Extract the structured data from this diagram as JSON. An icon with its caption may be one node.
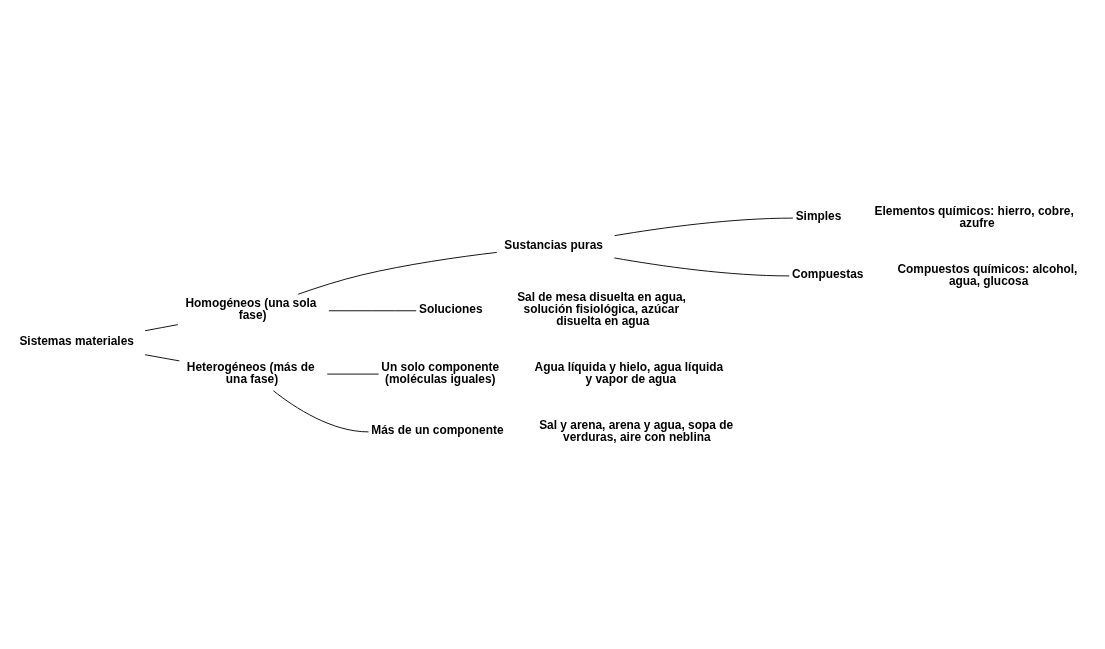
{
  "diagram": {
    "nodes": [
      {
        "text": [
          "Sistemas materiales"
        ]
      },
      {
        "text": [
          "Homogéneos (una sola fase)"
        ]
      },
      {
        "text": [
          "Sustancias puras"
        ]
      },
      {
        "text": [
          "Simples"
        ],
        "beside": [
          "Elementos químicos: hierro, cobre, azufre"
        ]
      },
      {
        "text": [
          "Compuestas"
        ],
        "beside": [
          "Compuestos químicos: alcohol, agua, glucosa"
        ]
      },
      {
        "text": [
          "Soluciones"
        ],
        "beside": [
          "Sal de mesa disuelta en agua, solución fisiológica, azúcar disuelta en agua"
        ]
      },
      {
        "text": [
          "Heterogéneos (más de una fase)"
        ]
      },
      {
        "text": [
          "Un solo componente (moléculas iguales)"
        ],
        "beside": [
          "Agua líquida y hielo, agua líquida y vapor de agua"
        ]
      },
      {
        "text": [
          "Más de un componente"
        ],
        "beside": [
          "Sal y arena, arena y agua, sopa de verduras, aire con neblina"
        ]
      }
    ],
    "edges": [
      {
        "from": 0,
        "to": 1,
        "arrow": "none"
      },
      {
        "from": 0,
        "to": 6,
        "arrow": "none"
      },
      {
        "from": 1,
        "to": 2,
        "arrow": "none"
      },
      {
        "from": 1,
        "to": 5,
        "arrow": "none"
      },
      {
        "from": 2,
        "to": 3,
        "arrow": "none"
      },
      {
        "from": 2,
        "to": 4,
        "arrow": "none"
      },
      {
        "from": 6,
        "to": 7,
        "arrow": "none"
      },
      {
        "from": 6,
        "to": 8,
        "arrow": "none"
      }
    ]
  }
}
